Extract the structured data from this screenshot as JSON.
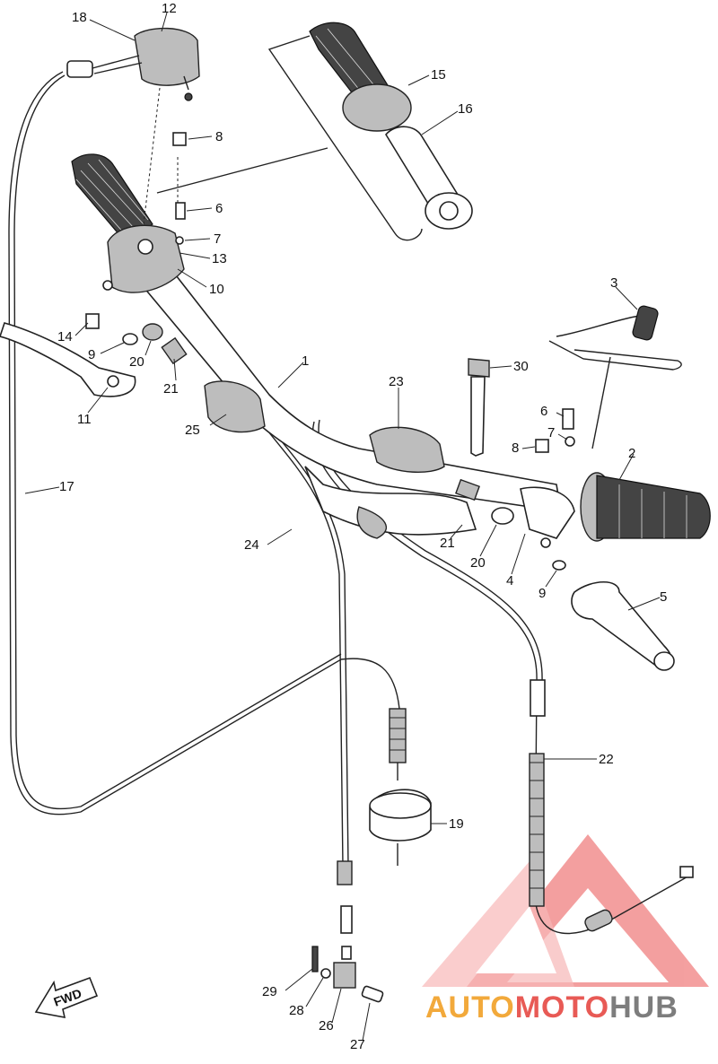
{
  "callouts": [
    {
      "id": "c18",
      "text": "18"
    },
    {
      "id": "c12",
      "text": "12"
    },
    {
      "id": "c15",
      "text": "15"
    },
    {
      "id": "c16",
      "text": "16"
    },
    {
      "id": "c8a",
      "text": "8"
    },
    {
      "id": "c6a",
      "text": "6"
    },
    {
      "id": "c7a",
      "text": "7"
    },
    {
      "id": "c13",
      "text": "13"
    },
    {
      "id": "c10",
      "text": "10"
    },
    {
      "id": "c14",
      "text": "14"
    },
    {
      "id": "c9a",
      "text": "9"
    },
    {
      "id": "c20a",
      "text": "20"
    },
    {
      "id": "c21a",
      "text": "21"
    },
    {
      "id": "c11",
      "text": "11"
    },
    {
      "id": "c25",
      "text": "25"
    },
    {
      "id": "c1",
      "text": "1"
    },
    {
      "id": "c23",
      "text": "23"
    },
    {
      "id": "c3",
      "text": "3"
    },
    {
      "id": "c30",
      "text": "30"
    },
    {
      "id": "c6b",
      "text": "6"
    },
    {
      "id": "c7b",
      "text": "7"
    },
    {
      "id": "c8b",
      "text": "8"
    },
    {
      "id": "c2",
      "text": "2"
    },
    {
      "id": "c17",
      "text": "17"
    },
    {
      "id": "c24",
      "text": "24"
    },
    {
      "id": "c21b",
      "text": "21"
    },
    {
      "id": "c20b",
      "text": "20"
    },
    {
      "id": "c4",
      "text": "4"
    },
    {
      "id": "c9b",
      "text": "9"
    },
    {
      "id": "c5",
      "text": "5"
    },
    {
      "id": "c22",
      "text": "22"
    },
    {
      "id": "c19",
      "text": "19"
    },
    {
      "id": "c29",
      "text": "29"
    },
    {
      "id": "c28",
      "text": "28"
    },
    {
      "id": "c26",
      "text": "26"
    },
    {
      "id": "c27",
      "text": "27"
    }
  ],
  "fwd_label": "FWD",
  "watermark": {
    "part1": "AUTO",
    "part2": "MOTO",
    "part3": "HUB",
    "colors": {
      "orange": "#f2a93b",
      "red": "#e85a55",
      "grey": "#7d7d7d",
      "triangle": "#f08080"
    }
  }
}
